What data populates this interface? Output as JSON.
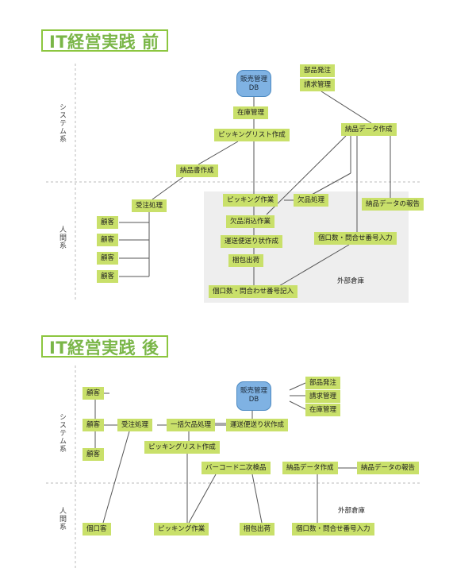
{
  "before": {
    "title": "IT経営実践 前",
    "system_label": "システム系",
    "human_label": "人間系",
    "db": [
      "販売管理",
      "DB"
    ],
    "inventory": "在庫管理",
    "picking_list": "ピッキングリスト作成",
    "delivery_note": "納品書作成",
    "order_process": "受注処理",
    "customers": [
      "顧客",
      "顧客",
      "顧客",
      "顧客"
    ],
    "parts_order": "部品発注",
    "billing": "請求管理",
    "delivery_data": "納品データ作成",
    "picking_work": "ピッキング作業",
    "shortage_process": "欠品処理",
    "delivery_data_report": "納品データの報告",
    "shortage_clear": "欠品消込作業",
    "invoice_create": "運送便送り状作成",
    "packing": "梱包出荷",
    "pieces_input": "個口数・問合せ番号入力",
    "pieces_entry": "個口数・問合わせ番号記入",
    "warehouse": "外部倉庫"
  },
  "after": {
    "title": "IT経営実践 後",
    "system_label": "システム系",
    "human_label": "人間系",
    "db": [
      "販売管理",
      "DB"
    ],
    "customers": [
      "顧客",
      "顧客",
      "顧客"
    ],
    "order_process": "受注処理",
    "batch_shortage": "一括欠品処理",
    "invoice_create": "運送便送り状作成",
    "parts_order": "部品発注",
    "billing": "請求管理",
    "inventory": "在庫管理",
    "picking_list": "ピッキングリスト作成",
    "barcode_check": "バーコード二次検品",
    "delivery_data": "納品データ作成",
    "delivery_data_report": "納品データの報告",
    "individual_customer": "個口客",
    "picking_work": "ピッキング作業",
    "packing": "梱包出荷",
    "warehouse": "外部倉庫",
    "pieces_input": "個口数・問合せ番号入力"
  }
}
